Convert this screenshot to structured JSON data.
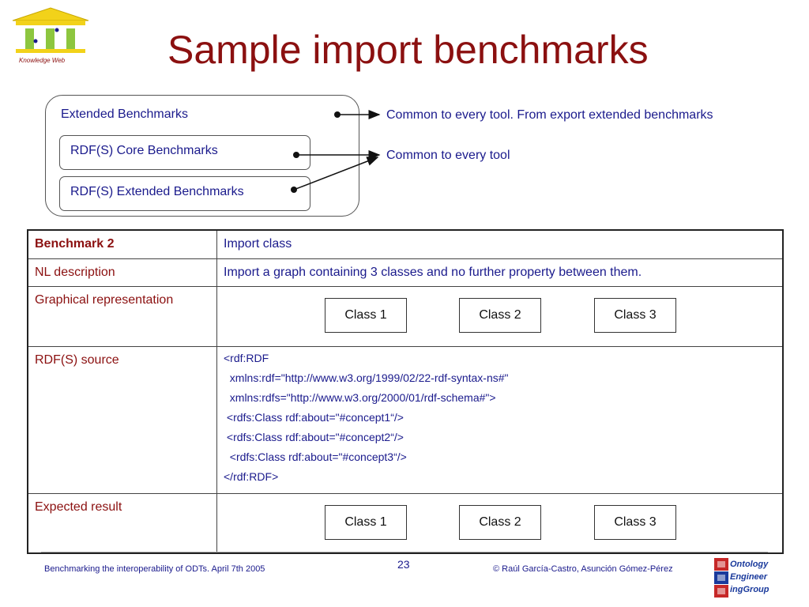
{
  "header": {
    "title": "Sample import benchmarks",
    "logo_text": "Knowledge Web"
  },
  "diagram": {
    "outer_label": "Extended  Benchmarks",
    "inner_labels": [
      "RDF(S) Core Benchmarks",
      "RDF(S) Extended Benchmarks"
    ],
    "side_labels": [
      "Common to every tool. From export extended benchmarks",
      "Common to every tool"
    ]
  },
  "table": {
    "rows": [
      {
        "label": "Benchmark 2",
        "value": "Import class"
      },
      {
        "label": "NL description",
        "value": "Import a graph containing 3 classes and no further property between them."
      },
      {
        "label": "Graphical representation",
        "classes": [
          "Class 1",
          "Class 2",
          "Class 3"
        ]
      },
      {
        "label": "RDF(S) source",
        "lines": [
          "<rdf:RDF",
          "  xmlns:rdf=\"http://www.w3.org/1999/02/22-rdf-syntax-ns#\"",
          "  xmlns:rdfs=\"http://www.w3.org/2000/01/rdf-schema#\">",
          " <rdfs:Class rdf:about=\"#concept1“/>",
          " <rdfs:Class rdf:about=\"#concept2“/>",
          "  <rdfs:Class rdf:about=\"#concept3“/>",
          "</rdf:RDF>"
        ]
      },
      {
        "label": "Expected result",
        "classes": [
          "Class 1",
          "Class 2",
          "Class 3"
        ]
      }
    ]
  },
  "footer": {
    "left": "Benchmarking the interoperability of ODTs. April 7th 2005",
    "page": "23",
    "right": "© Raúl García-Castro, Asunción Gómez-Pérez",
    "logo_lines": [
      "Ontology",
      "Engineer",
      "ingGroup"
    ]
  },
  "colors": {
    "title": "#8b1010",
    "text_blue": "#1a1a8c",
    "label_red": "#8b1010"
  }
}
